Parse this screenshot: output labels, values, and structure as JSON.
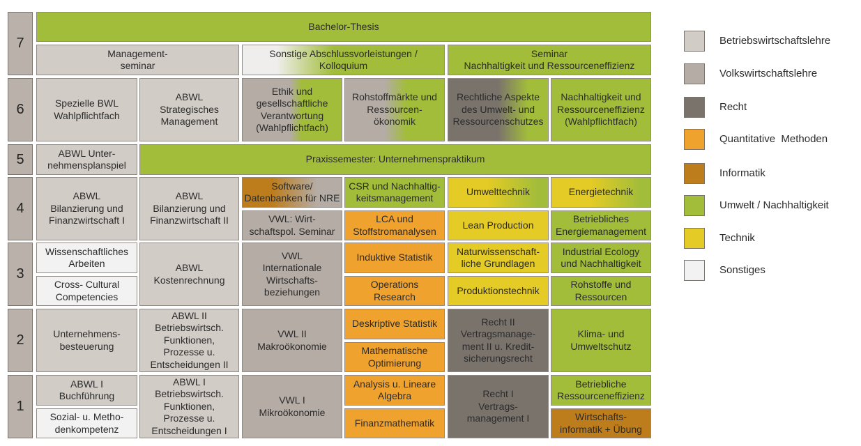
{
  "colors": {
    "Betriebswirtschaftslehre": "#d2ccc7",
    "Volkswirtschaftslehre": "#b4aca5",
    "Recht": "#7a736c",
    "Quantitative Methoden": "#f0a22e",
    "Informatik": "#bd7d1c",
    "Umwelt / Nachhaltigkeit": "#a2bd3a",
    "Technik": "#e4cb25",
    "Sonstiges": "#f2f2f2"
  },
  "semesters": [
    "7",
    "6",
    "5",
    "4",
    "3",
    "2",
    "1"
  ],
  "modules": {
    "s7_thesis": "Bachelor-Thesis",
    "s7_mgmt": "Management-\nseminar",
    "s7_sonst": "Sonstige Abschlussvorleistungen /\nKolloquium",
    "s7_seminar": "Seminar\nNachhaltigkeit und Ressourceneffizienz",
    "s6_bwl": "Spezielle BWL\nWahlpflichtfach",
    "s6_abwl": "ABWL\nStrategisches\nManagement",
    "s6_ethik": "Ethik und\ngesellschaftliche\nVerantwortung\n(Wahlpflichtfach)",
    "s6_rohstoff": "Rohstoffmärkte und\nRessourcen-\nökonomik",
    "s6_recht": "Rechtliche Aspekte\ndes Umwelt- und\nRessourcenschutzes",
    "s6_nachh": "Nachhaltigkeit und\nRessourceneffizienz\n(Wahlpflichtfach)",
    "s5_abwl": "ABWL Unter-\nnehmensplanspiel",
    "s5_praxis": "Praxissemester: Unternehmenspraktikum",
    "s4_abwl1": "ABWL\nBilanzierung und\nFinanzwirtschaft I",
    "s4_abwl2": "ABWL\nBilanzierung und\nFinanzwirtschaft II",
    "s4_software": "Software/\nDatenbanken für NRE",
    "s4_vwl": "VWL: Wirt-\nschaftspol. Seminar",
    "s4_csr": "CSR und Nachhaltig-\nkeitsmanagement",
    "s4_lca": "LCA und\nStoffstromanalysen",
    "s4_umwelttechnik": "Umwelttechnik",
    "s4_lean": "Lean Production",
    "s4_energie": "Energietechnik",
    "s4_energiemgmt": "Betriebliches\nEnergiemanagement",
    "s3_wiss": "Wissenschaftliches\nArbeiten",
    "s3_cross": "Cross- Cultural\nCompetencies",
    "s3_abwl": "ABWL\nKostenrechnung",
    "s3_vwl": "VWL\nInternationale\nWirtschafts-\nbeziehungen",
    "s3_induktiv": "Induktive Statistik",
    "s3_or": "Operations\nResearch",
    "s3_natur": "Naturwissenschaft-\nliche Grundlagen",
    "s3_prod": "Produktionstechnik",
    "s3_ie": "Industrial Ecology\nund Nachhaltigkeit",
    "s3_rohstoffe": "Rohstoffe und\nRessourcen",
    "s2_steuer": "Unternehmens-\nbesteuerung",
    "s2_abwl": "ABWL II\nBetriebswirtsch.\nFunktionen,\nProzesse u.\nEntscheidungen II",
    "s2_vwl": "VWL II\nMakroökonomie",
    "s2_deskriptiv": "Deskriptive Statistik",
    "s2_mathopt": "Mathematische\nOptimierung",
    "s2_recht": "Recht II\nVertragsmanage-\nment II u. Kredit-\nsicherungsrecht",
    "s2_klima": "Klima- und\nUmweltschutz",
    "s1_buch": "ABWL I\nBuchführung",
    "s1_sozial": "Sozial- u. Metho-\ndenkompetenz",
    "s1_abwl": "ABWL I\nBetriebswirtsch.\nFunktionen,\nProzesse u.\nEntscheidungen I",
    "s1_vwl": "VWL I\nMikroökonomie",
    "s1_analysis": "Analysis u. Lineare\nAlgebra",
    "s1_finanz": "Finanzmathematik",
    "s1_recht": "Recht I\nVertrags-\nmanagement I",
    "s1_ressourcen": "Betriebliche\nRessourceneffizienz",
    "s1_winf": "Wirtschafts-\ninformatik + Übung"
  },
  "legend": [
    "Betriebswirtschaftslehre",
    "Volkswirtschaftslehre",
    "Recht",
    "Quantitative  Methoden",
    "Informatik",
    "Umwelt / Nachhaltigkeit",
    "Technik",
    "Sonstiges"
  ]
}
